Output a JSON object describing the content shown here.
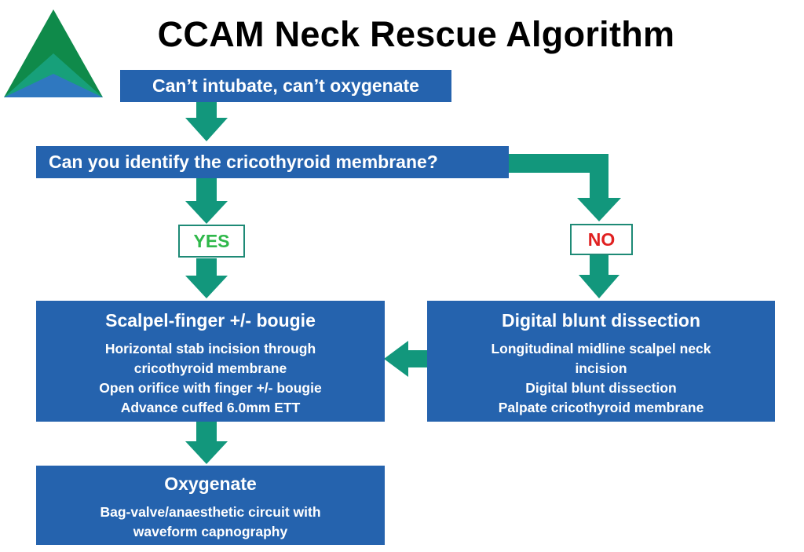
{
  "title": "CCAM Neck Rescue Algorithm",
  "colors": {
    "box": "#2563ae",
    "arrow": "#12977c",
    "yes": "#2fb84a",
    "no": "#e02020",
    "logo_dark": "#0f8a4a",
    "logo_mid": "#17a07a",
    "logo_blue": "#2f78c0"
  },
  "nodes": {
    "start": "Can’t intubate, can’t oxygenate",
    "question": "Can you identify the cricothyroid membrane?",
    "yes": "YES",
    "no": "NO",
    "scalpel": {
      "heading": "Scalpel-finger +/- bougie",
      "lines": [
        "Horizontal stab incision through",
        "cricothyroid membrane",
        "Open orifice with finger +/- bougie",
        "Advance cuffed 6.0mm ETT"
      ]
    },
    "dissection": {
      "heading": "Digital blunt dissection",
      "lines": [
        "Longitudinal midline scalpel neck",
        "incision",
        "Digital blunt dissection",
        "Palpate cricothyroid membrane"
      ]
    },
    "oxygenate": {
      "heading": "Oxygenate",
      "lines": [
        "Bag-valve/anaesthetic circuit with",
        "waveform capnography"
      ]
    }
  }
}
